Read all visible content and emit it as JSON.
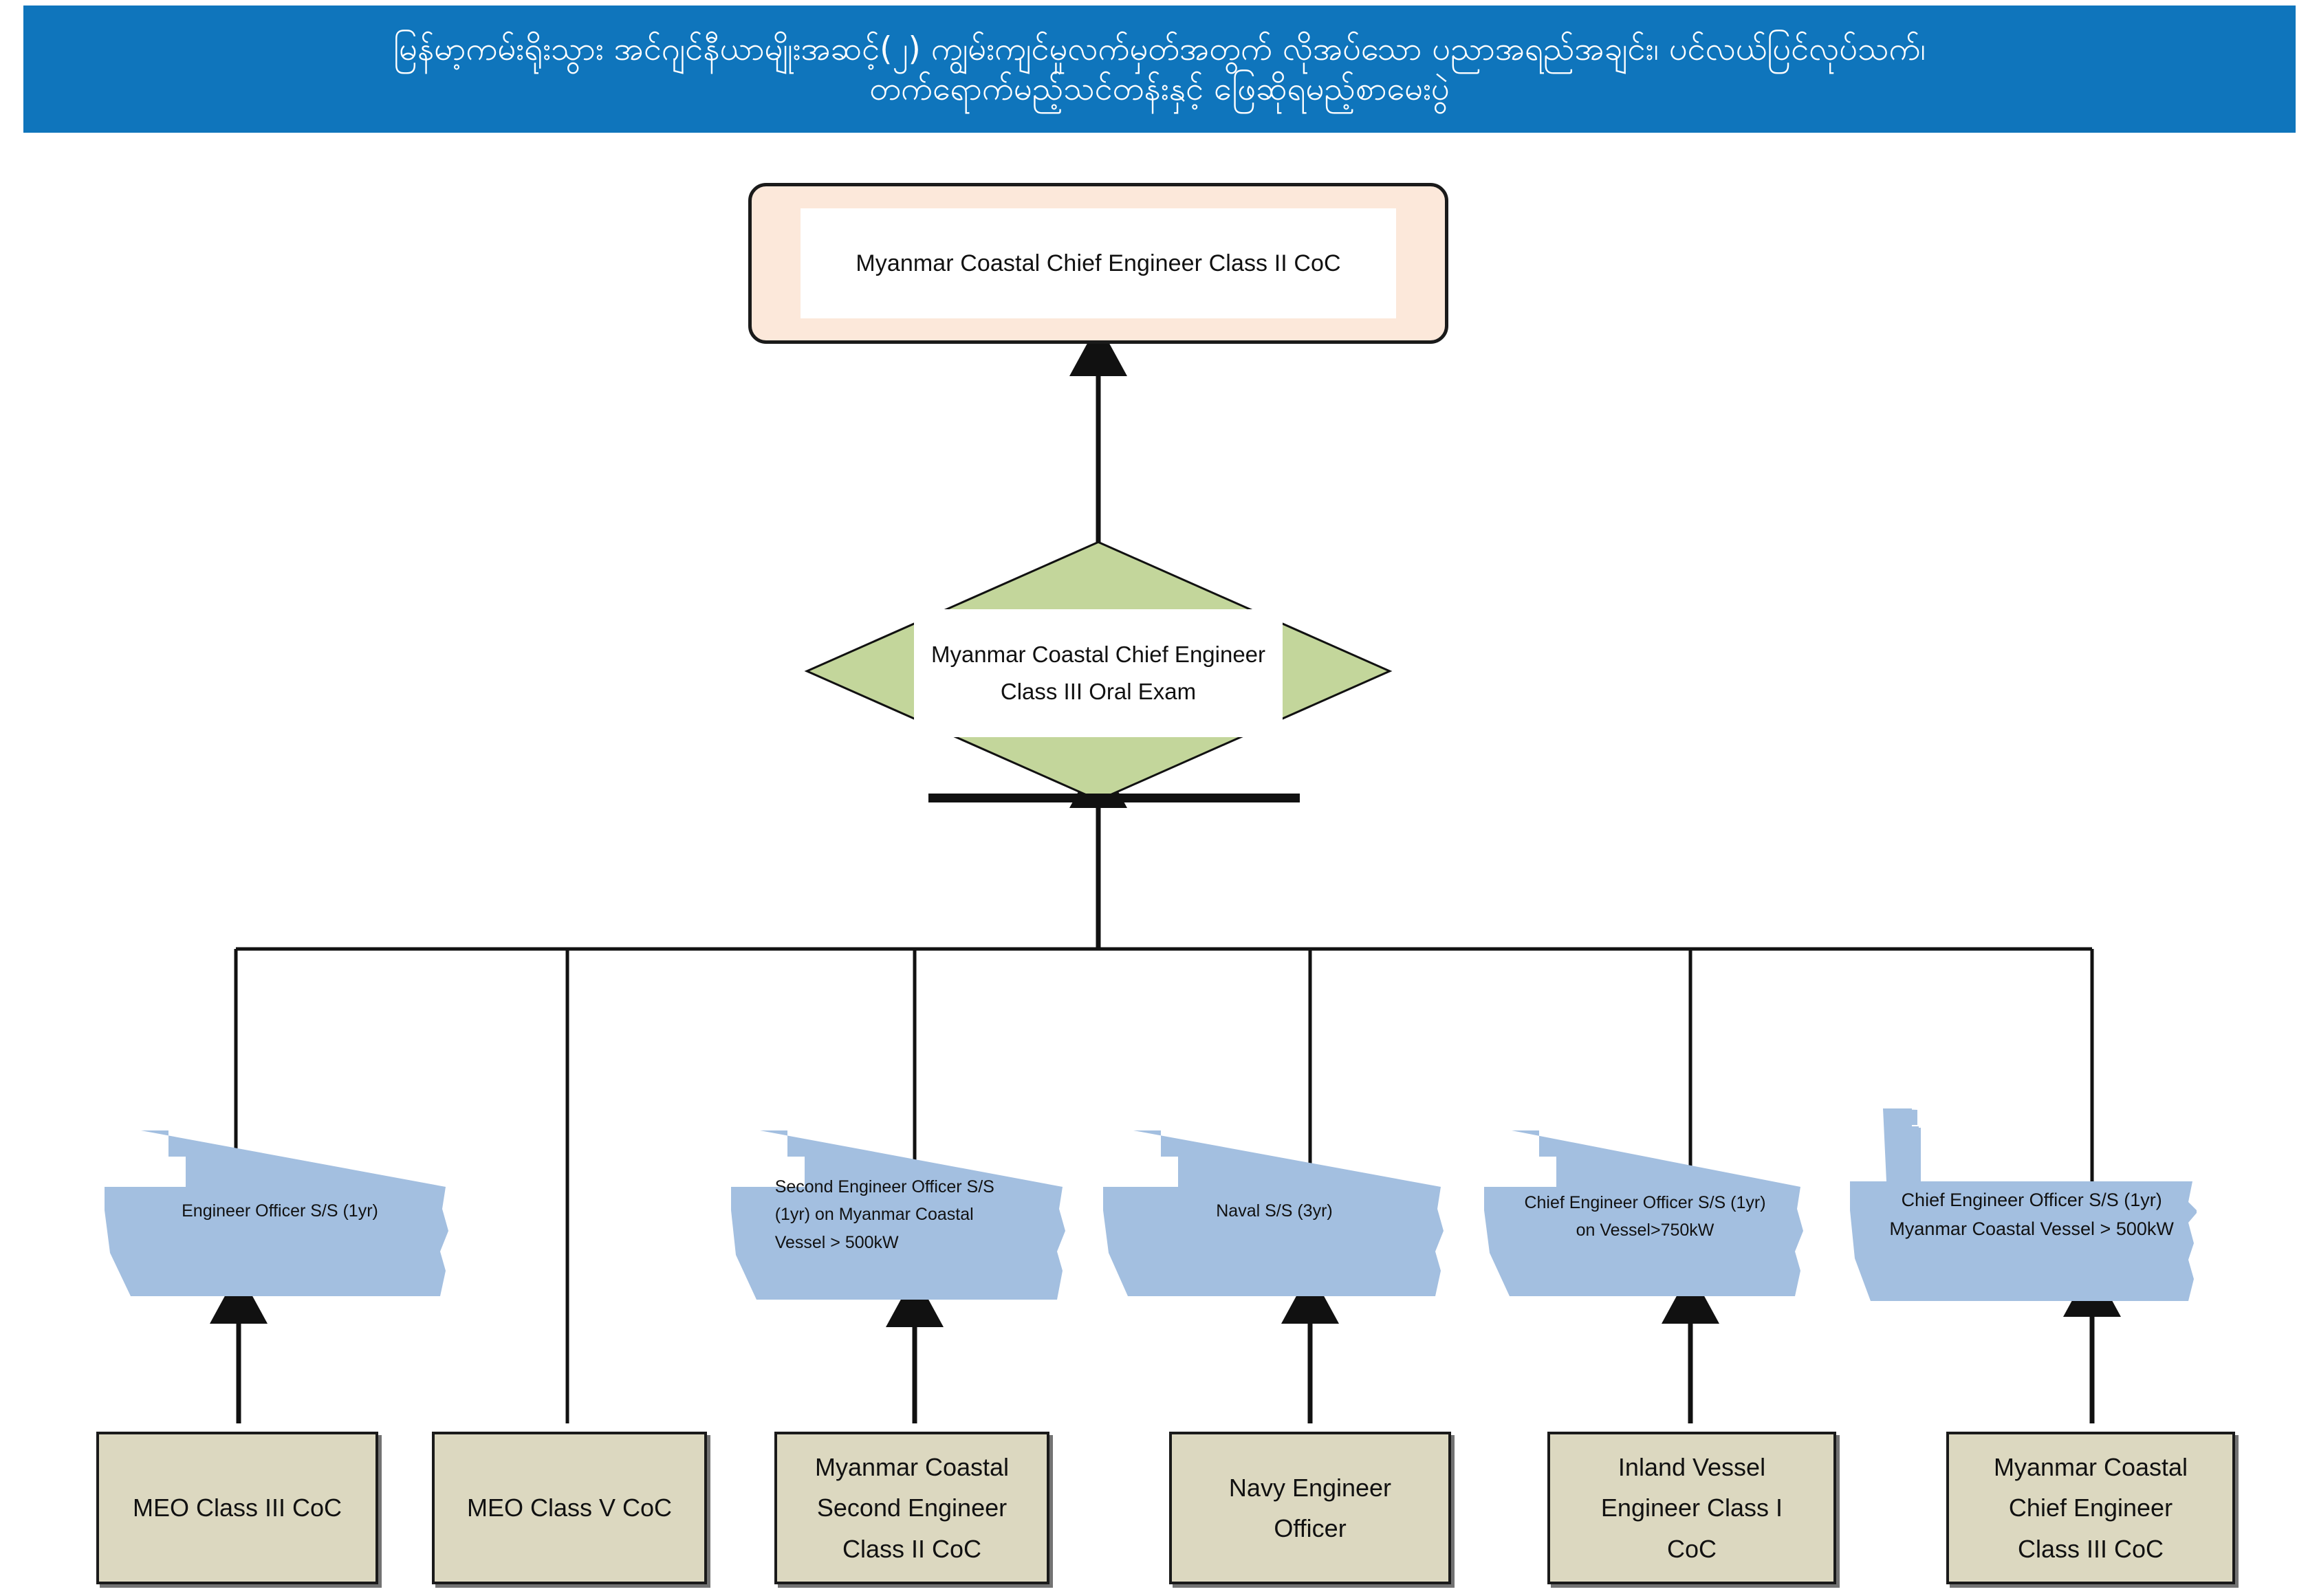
{
  "title": {
    "line1": "မြန်မာ့ကမ်းရိုးသွား အင်ဂျင်နီယာမျိုးအဆင့်(၂) ကျွမ်းကျင်မှုလက်မှတ်အတွက် လိုအပ်သော ပညာအရည်အချင်း၊ ပင်လယ်ပြင်လုပ်သက်၊",
    "line2": "တက်ရောက်မည့်သင်တန်းနှင့် ဖြေဆိုရမည့်စာမေးပွဲ"
  },
  "top_certificate": {
    "label": "Myanmar Coastal Chief Engineer Class II CoC"
  },
  "oral_exam": {
    "line1": "Myanmar Coastal Chief Engineer",
    "line2": "Class III Oral Exam"
  },
  "sea_service": [
    {
      "id": "engineer-officer",
      "lines": [
        "Engineer Officer S/S (1yr)"
      ]
    },
    {
      "id": "second-engineer-officer",
      "lines": [
        "Second Engineer Officer S/S",
        "(1yr) on Myanmar Coastal",
        "Vessel > 500kW"
      ]
    },
    {
      "id": "naval",
      "lines": [
        "Naval S/S (3yr)"
      ]
    },
    {
      "id": "chief-engineer-officer-750kw",
      "lines": [
        "Chief Engineer Officer S/S (1yr)",
        "on  Vessel>750kW"
      ]
    },
    {
      "id": "chief-engineer-officer-coastal-500kw",
      "lines": [
        "Chief Engineer Officer S/S (1yr)",
        "Myanmar Coastal Vessel > 500kW"
      ]
    }
  ],
  "certificates": [
    {
      "id": "meo-class-iii",
      "lines": [
        "MEO Class III CoC"
      ]
    },
    {
      "id": "meo-class-v",
      "lines": [
        "MEO Class V CoC"
      ]
    },
    {
      "id": "myanmar-coastal-second-engineer-class-ii",
      "lines": [
        "Myanmar Coastal",
        "Second Engineer",
        "Class II CoC"
      ]
    },
    {
      "id": "navy-engineer-officer",
      "lines": [
        "Navy Engineer",
        "Officer"
      ]
    },
    {
      "id": "inland-vessel-engineer-class-i",
      "lines": [
        "Inland Vessel",
        "Engineer Class I",
        "CoC"
      ]
    },
    {
      "id": "myanmar-coastal-chief-engineer-class-iii",
      "lines": [
        "Myanmar Coastal",
        "Chief Engineer",
        "Class III CoC"
      ]
    }
  ],
  "colors": {
    "banner": "#0f75bc",
    "top_box_fill": "#fce8da",
    "diamond_fill": "#c3d69b",
    "ship_fill": "#a3bfe0",
    "certificate_fill": "#dcd8c0",
    "line": "#111111"
  }
}
